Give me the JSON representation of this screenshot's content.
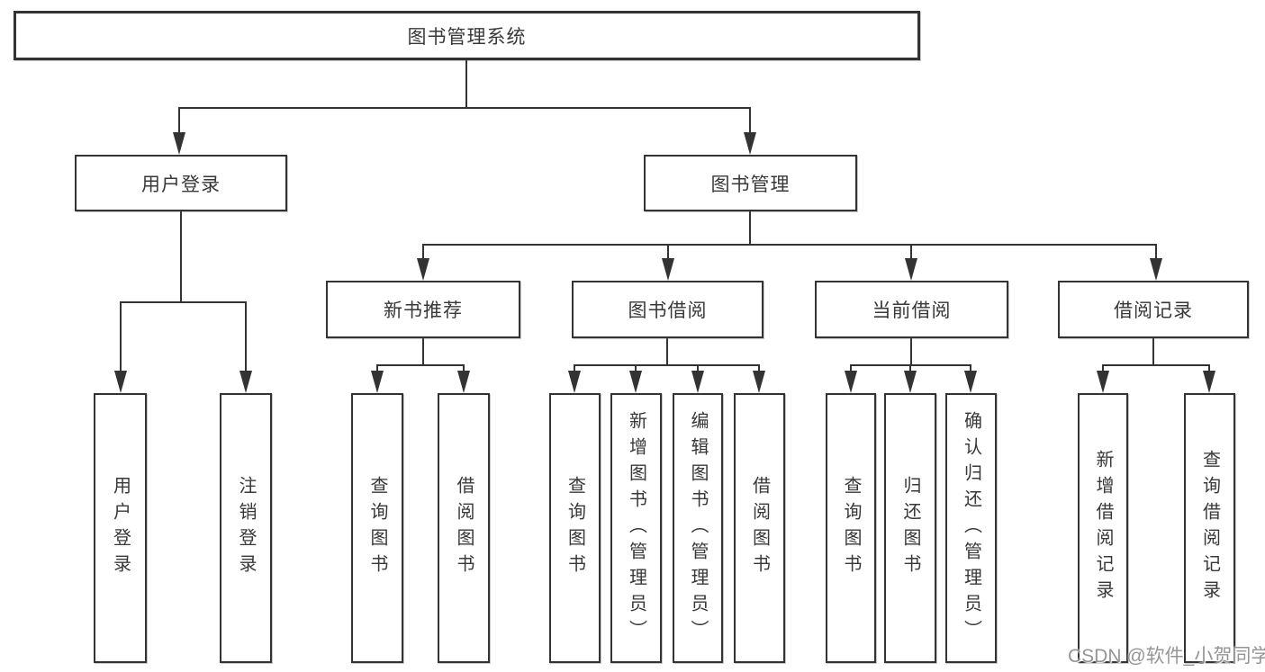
{
  "tree": {
    "label": "图书管理系统",
    "children": [
      {
        "label": "用户登录",
        "children": [
          {
            "label": "用户登录"
          },
          {
            "label": "注销登录"
          }
        ]
      },
      {
        "label": "图书管理",
        "children": [
          {
            "label": "新书推荐",
            "children": [
              {
                "label": "查询图书"
              },
              {
                "label": "借阅图书"
              }
            ]
          },
          {
            "label": "图书借阅",
            "children": [
              {
                "label": "查询图书"
              },
              {
                "label": "新增图书（管理员）"
              },
              {
                "label": "编辑图书（管理员）"
              },
              {
                "label": "借阅图书"
              }
            ]
          },
          {
            "label": "当前借阅",
            "children": [
              {
                "label": "查询图书"
              },
              {
                "label": "归还图书"
              },
              {
                "label": "确认归还（管理员）"
              }
            ]
          },
          {
            "label": "借阅记录",
            "children": [
              {
                "label": "新增借阅记录"
              },
              {
                "label": "查询借阅记录"
              }
            ]
          }
        ]
      }
    ]
  },
  "watermark": {
    "text": "CSDN @软件_小贺同学"
  },
  "colors": {
    "line": "#333333",
    "text": "#383838",
    "background": "#ffffff",
    "watermark": "#828282"
  }
}
